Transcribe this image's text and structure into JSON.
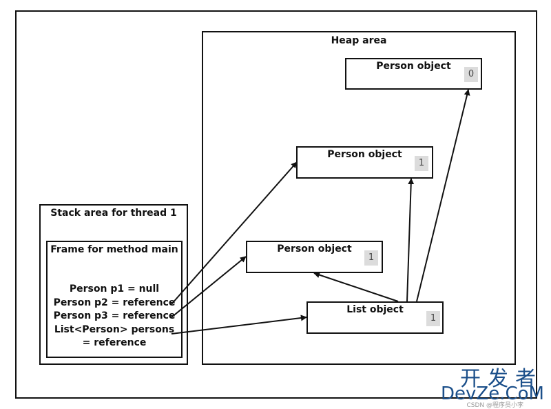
{
  "heap": {
    "title": "Heap area"
  },
  "stack": {
    "title": "Stack area for thread 1",
    "frame_title": "Frame for method main",
    "lines": [
      "Person p1 = null",
      "Person p2 = reference",
      "Person p3 = reference",
      "List<Person> persons",
      "= reference"
    ]
  },
  "objects": [
    {
      "label": "Person object",
      "count": "0"
    },
    {
      "label": "Person object",
      "count": "1"
    },
    {
      "label": "Person object",
      "count": "1"
    },
    {
      "label": "List object",
      "count": "1"
    }
  ],
  "watermark": {
    "cn": "开发者",
    "en": "DevZe.CoM",
    "sub": "CSDN @程序员小李"
  }
}
